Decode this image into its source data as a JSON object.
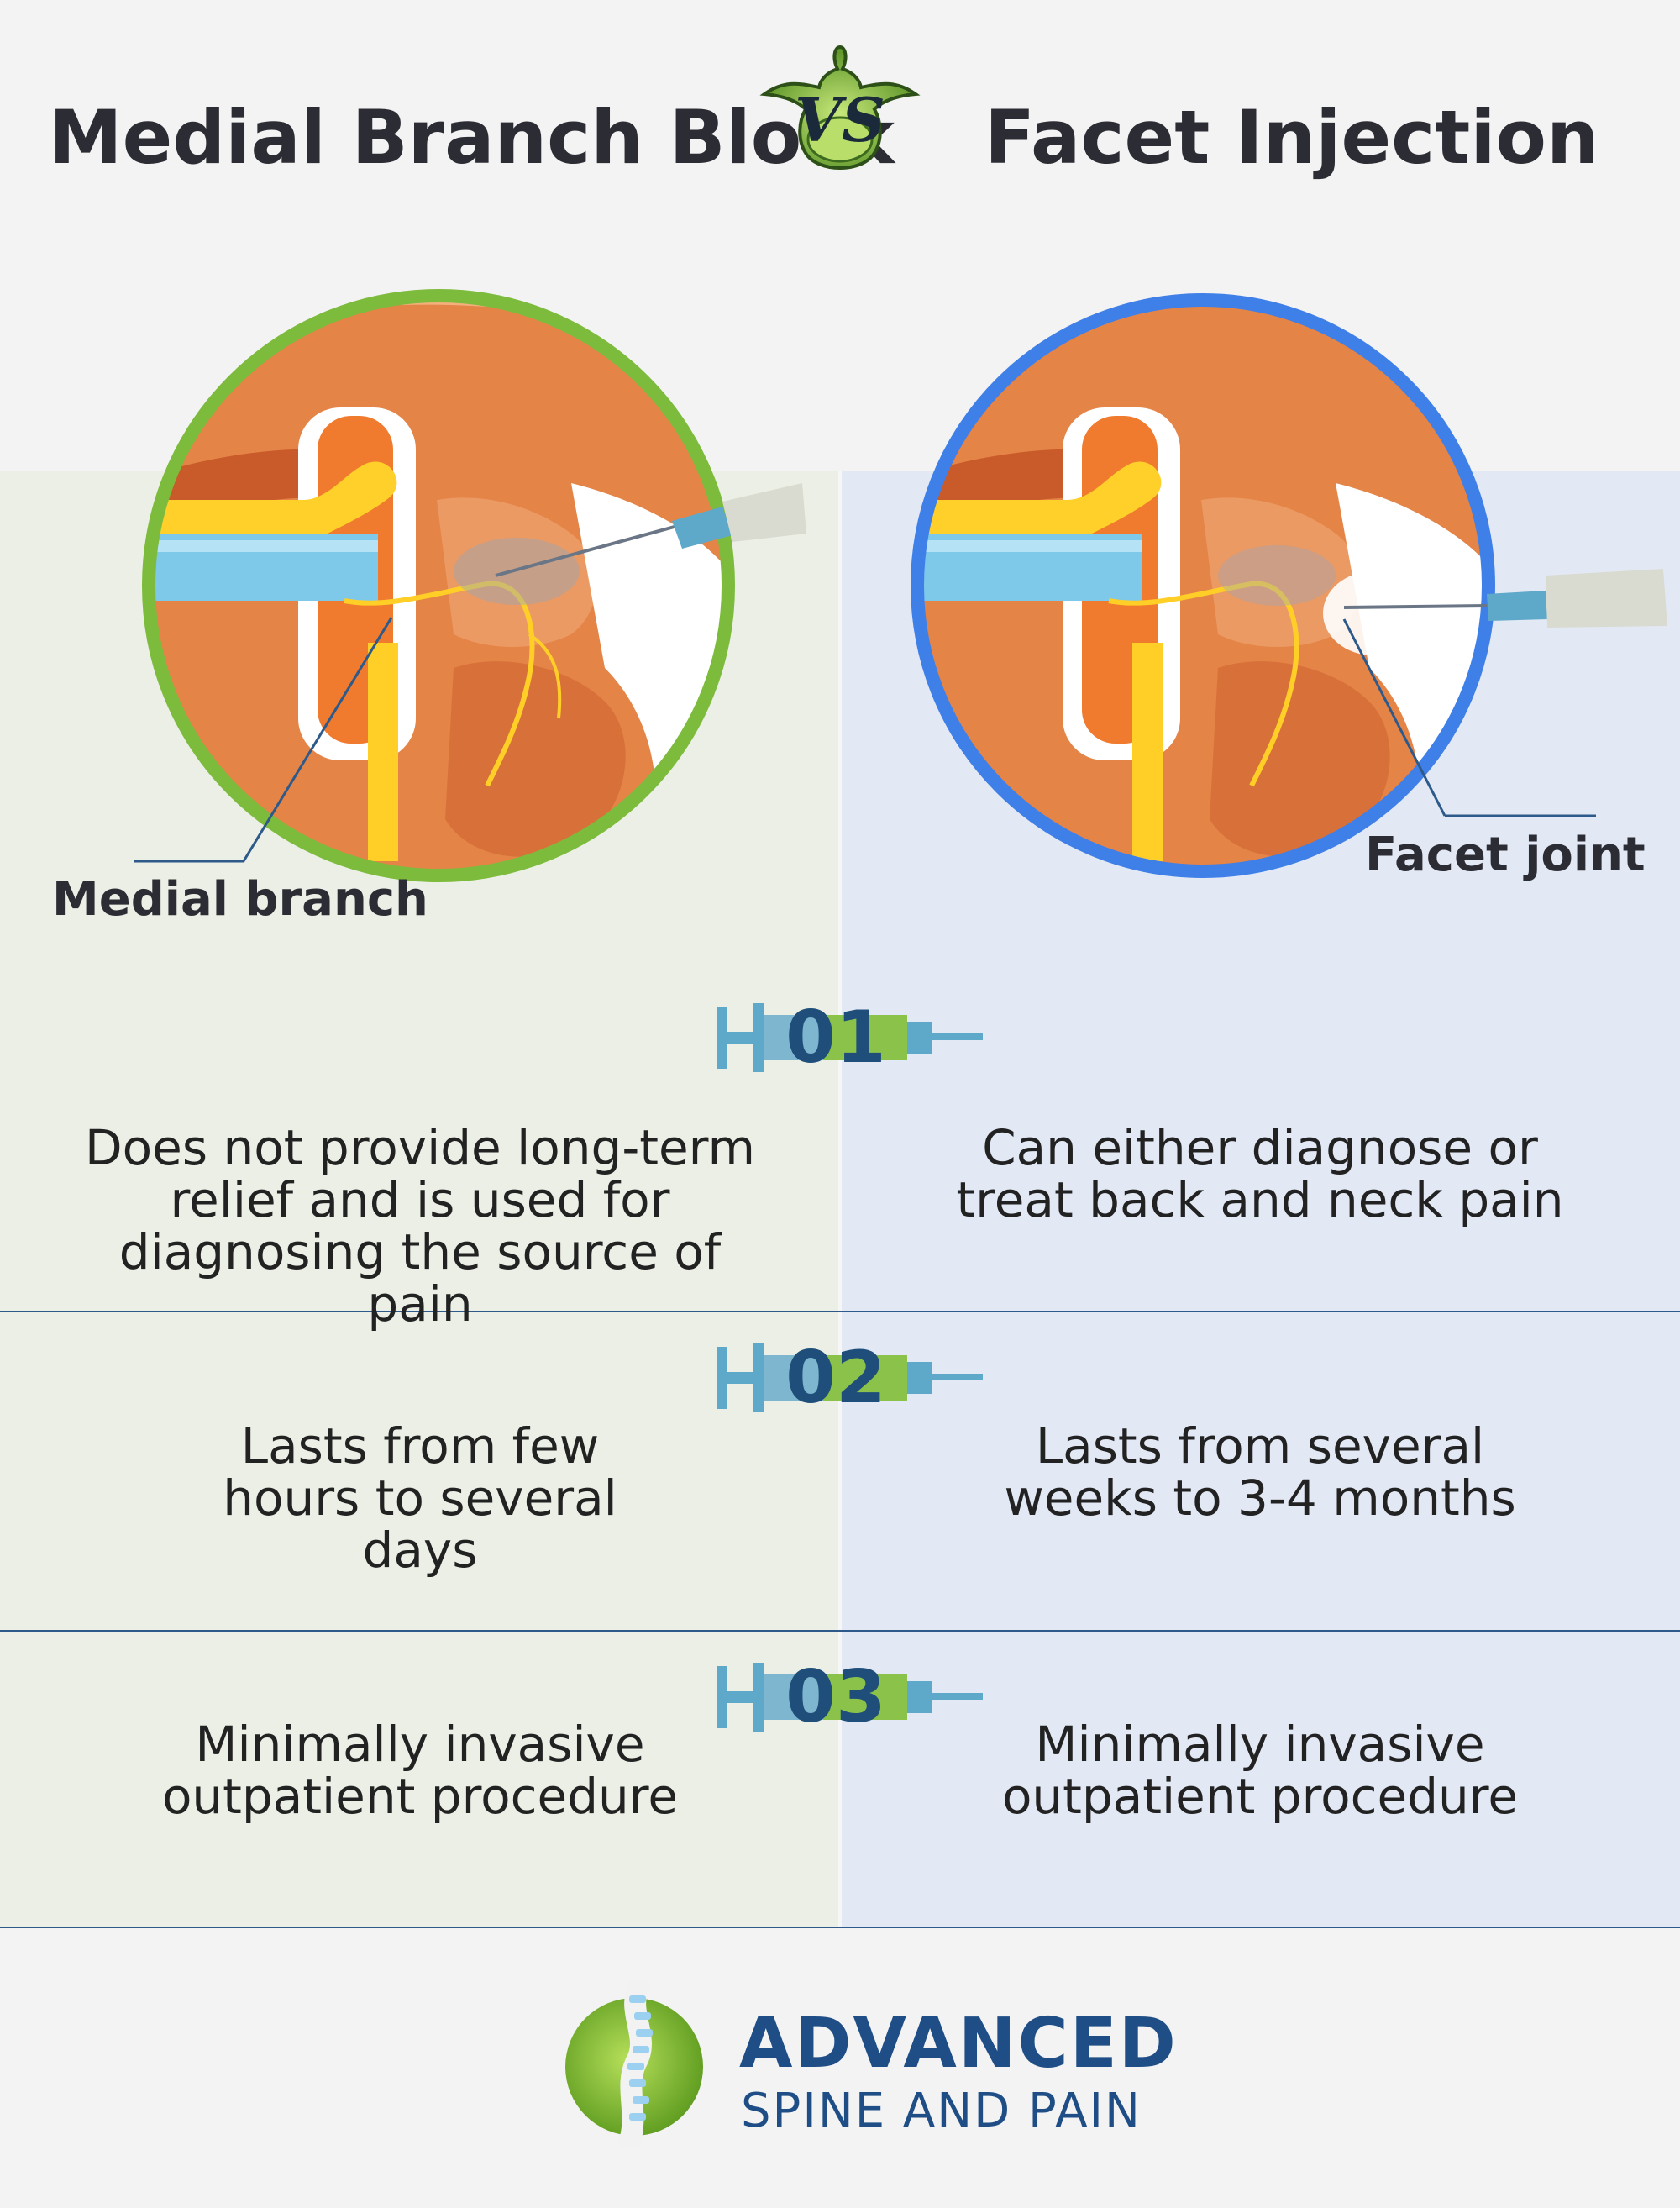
{
  "header": {
    "left_title": "Medial Branch Block",
    "vs_label": "VS",
    "right_title": "Facet Injection"
  },
  "illustrations": {
    "left_callout": "Medial branch",
    "right_callout": "Facet joint",
    "left_ring_color": "#7dbb3c",
    "right_ring_color": "#3f7fe8"
  },
  "rows": [
    {
      "number": "01",
      "left": "Does not provide long-term relief and is used for diagnosing the source of pain",
      "right": "Can either diagnose or treat back and neck pain"
    },
    {
      "number": "02",
      "left": "Lasts from few hours to several days",
      "right": "Lasts from several weeks to 3-4 months"
    },
    {
      "number": "03",
      "left": "Minimally invasive outpatient procedure",
      "right": "Minimally invasive outpatient procedure"
    }
  ],
  "logo": {
    "line1": "ADVANCED",
    "line2": "SPINE AND PAIN",
    "color": "#1f4e86"
  },
  "colors": {
    "left_panel": "#ebefe5",
    "right_panel": "#e2e9f5",
    "divider_lines": "#2d5a8a"
  }
}
